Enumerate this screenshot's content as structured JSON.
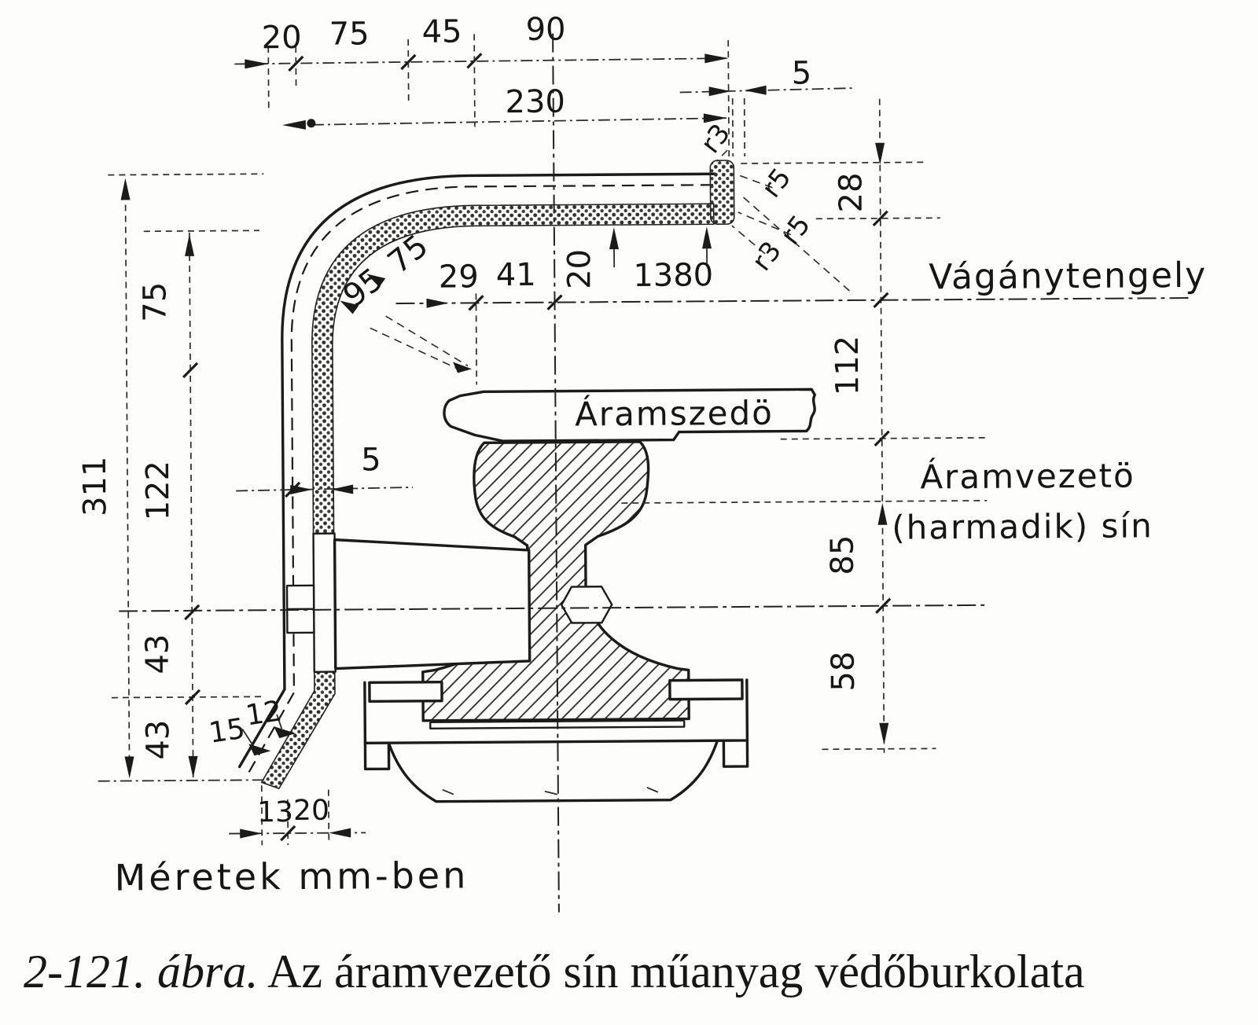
{
  "figure": {
    "caption_number": "2-121. ábra.",
    "caption_text": " Az áramvezető sín műanyag védőburkolata",
    "units_note": "Méretek mm-ben"
  },
  "labels": {
    "track_axis": "Vágánytengely",
    "current_collector": "Áramszedö",
    "third_rail_line1": "Áramvezetö",
    "third_rail_line2": "(harmadik) sín"
  },
  "dimensions": {
    "top_row": [
      "20",
      "75",
      "45",
      "90"
    ],
    "overall_width": "230",
    "cap_offset": "5",
    "cap_height": "28",
    "radius_labels": [
      "r3",
      "r5",
      "r5",
      "r3"
    ],
    "bend_radius_inner": "75",
    "bend_radius_outer": "95",
    "gap_head_to_cover": "29",
    "head_width": "41",
    "cover_top_thickness": "20",
    "rail_to_track_axis": "1380",
    "right_chain": [
      "112",
      "85",
      "58"
    ],
    "wall_thickness": "5",
    "left_upper": "75",
    "total_height": "311",
    "left_mid": "122",
    "left_lower": [
      "43",
      "43"
    ],
    "foot_leaders": [
      "15",
      "12"
    ],
    "bottom_row": [
      "13",
      "20"
    ]
  }
}
